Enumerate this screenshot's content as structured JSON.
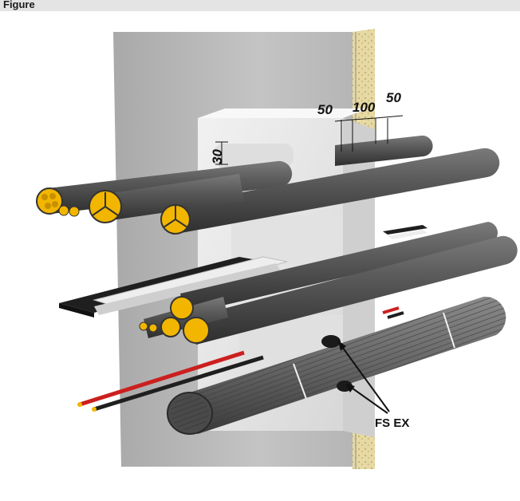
{
  "header": {
    "label": "Figure",
    "bar_color": "#e4e4e4"
  },
  "dimensions": {
    "left_gap": "50",
    "center_gap": "100",
    "right_gap": "50",
    "vertical_gap": "30"
  },
  "callout": {
    "label": "FS EX"
  },
  "colors": {
    "wall": "#bdbdbd",
    "wall_edge_insulation": "#d8c98a",
    "cable_sheath": "#5a5a5a",
    "conductor": "#f2b600",
    "red_wire": "#cc1f1f",
    "white_cable": "#eeeeee",
    "black_cable": "#1f1f1f"
  },
  "icons": [
    "cable-tray",
    "cable-bundle",
    "insulation-board"
  ]
}
